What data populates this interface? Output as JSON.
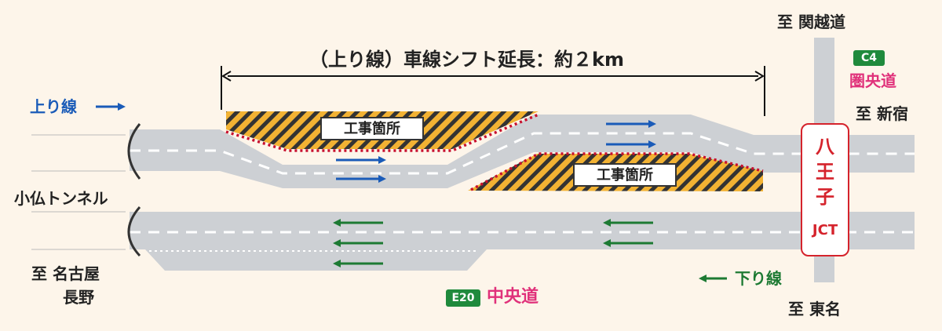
{
  "title": "（上り線）車線シフト延長：約２km",
  "labels": {
    "up_line": "上り線",
    "down_line": "下り線",
    "tunnel": "小仏トンネル",
    "to_nagoya": "至 名古屋",
    "nagano": "長野",
    "to_kanetsu": "至 関越道",
    "to_shinjuku": "至 新宿",
    "to_tomei": "至 東名"
  },
  "works": [
    "工事箇所",
    "工事箇所"
  ],
  "jct": {
    "chars": [
      "八",
      "王",
      "子"
    ],
    "latin": "JCT"
  },
  "routes": {
    "c4": {
      "code": "C4",
      "name": "圏央道"
    },
    "e20": {
      "code": "E20",
      "name": "中央道"
    }
  },
  "colors": {
    "background": "#fdf5ea",
    "road": "#cdd0d4",
    "lane_marking": "#ffffff",
    "up_arrow": "#1a5bb8",
    "down_arrow": "#1d7a33",
    "work_hatch_yellow": "#f2b233",
    "shift_line_red": "#c8102e",
    "jct_red": "#d5232c",
    "route_badge": "#1f8a3c",
    "route_name_pink": "#e0317a"
  }
}
